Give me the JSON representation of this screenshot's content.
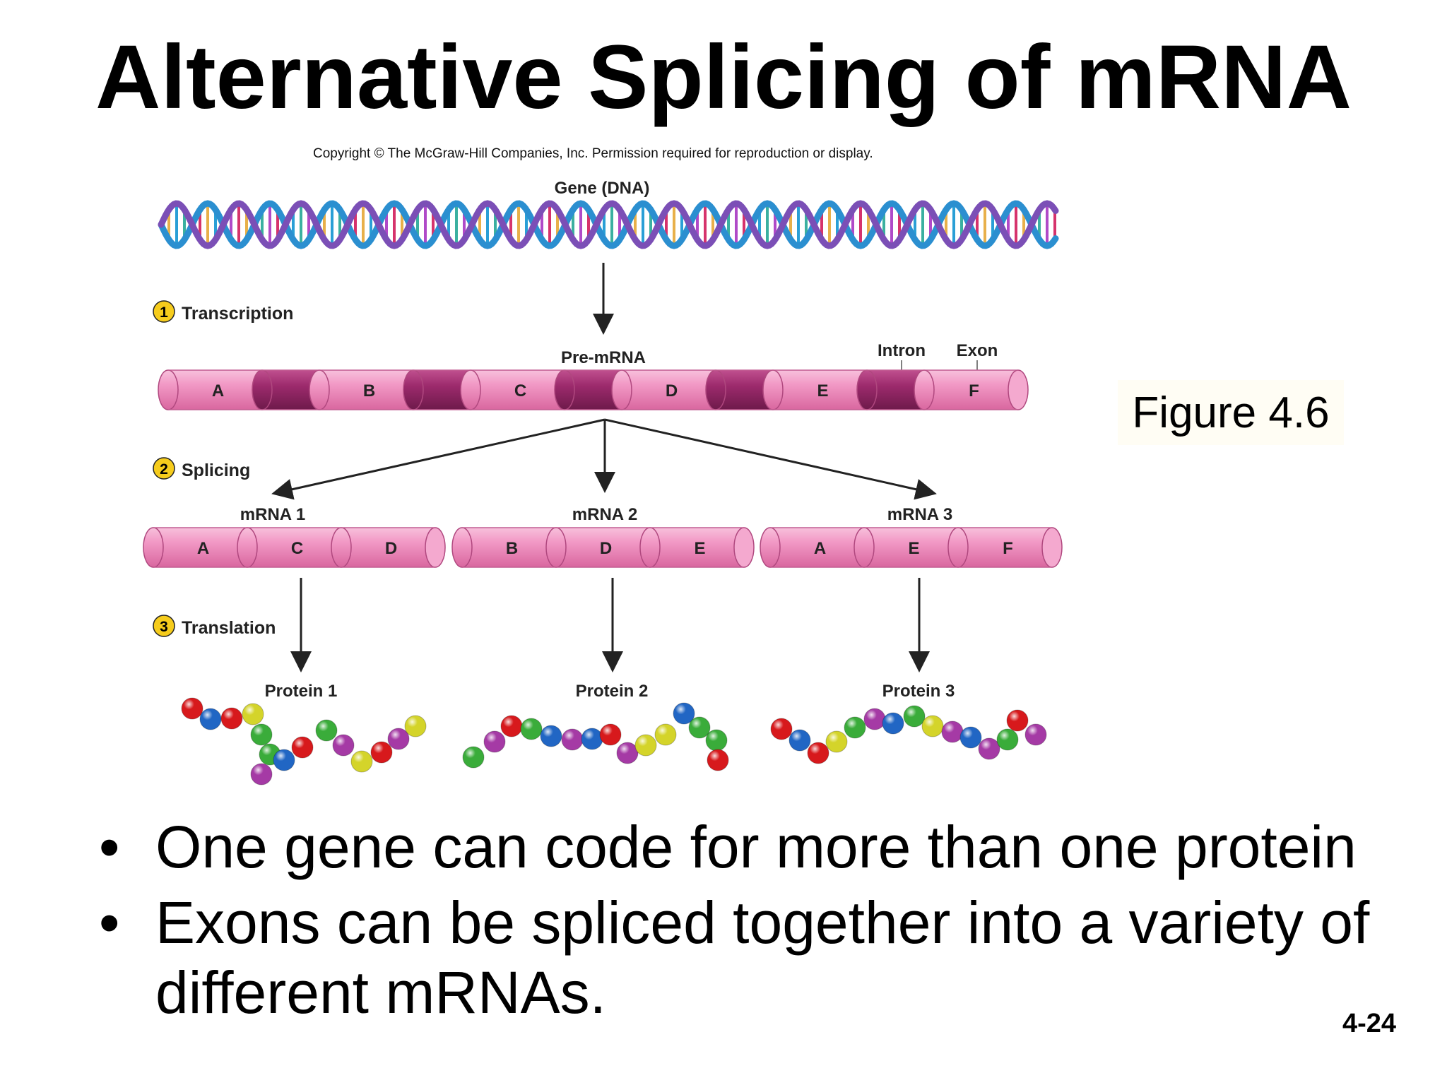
{
  "title": "Alternative Splicing of mRNA",
  "copyright": "Copyright © The McGraw-Hill Companies, Inc. Permission required for reproduction or display.",
  "gene_label": "Gene (DNA)",
  "steps": [
    {
      "number": "1",
      "label": "Transcription"
    },
    {
      "number": "2",
      "label": "Splicing"
    },
    {
      "number": "3",
      "label": "Translation"
    }
  ],
  "pre_mrna": {
    "label": "Pre-mRNA",
    "intron_label": "Intron",
    "exon_label": "Exon",
    "exons": [
      "A",
      "B",
      "C",
      "D",
      "E",
      "F"
    ]
  },
  "mrnas": [
    {
      "label": "mRNA 1",
      "exons": [
        "A",
        "C",
        "D"
      ],
      "protein": "Protein 1"
    },
    {
      "label": "mRNA 2",
      "exons": [
        "B",
        "D",
        "E"
      ],
      "protein": "Protein 2"
    },
    {
      "label": "mRNA 3",
      "exons": [
        "A",
        "E",
        "F"
      ],
      "protein": "Protein 3"
    }
  ],
  "figure_label": "Figure 4.6",
  "bullets": [
    "One gene can code for more than one protein",
    "Exons can be spliced together into a variety of different mRNAs."
  ],
  "slide_number": "4-24",
  "colors": {
    "exon": "#f29ac6",
    "intron": "#9c2a6c",
    "badge": "#f6cc1c",
    "arrow": "#222222",
    "bead_palette": [
      "#d7191c",
      "#2166c4",
      "#d4d42a",
      "#3aac3a",
      "#a53aa5"
    ]
  }
}
